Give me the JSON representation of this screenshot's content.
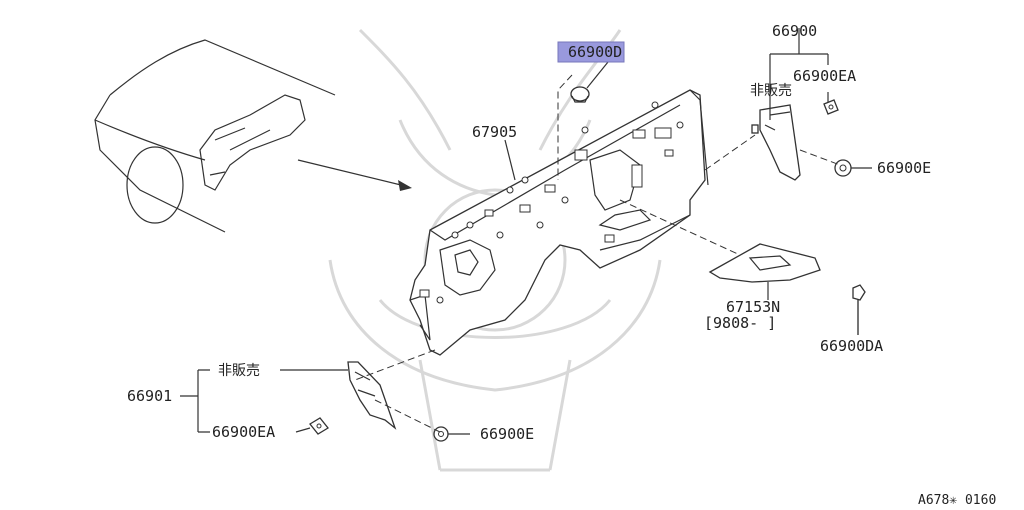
{
  "diagram": {
    "callouts": {
      "p66900d": "66900D",
      "p67905": "67905",
      "p66900": "66900",
      "not_for_sale_right": "非販売",
      "p66900ea_right": "66900EA",
      "p66900e_right": "66900E",
      "p67153n": "67153N",
      "p67153n_period": "[9808-      ]",
      "p66900da": "66900DA",
      "p66901": "66901",
      "not_for_sale_left": "非販売",
      "p66900ea_left": "66900EA",
      "p66900e_left": "66900E"
    },
    "figure_code": "A678✳ 0160",
    "highlight_color": "#9999dd"
  }
}
